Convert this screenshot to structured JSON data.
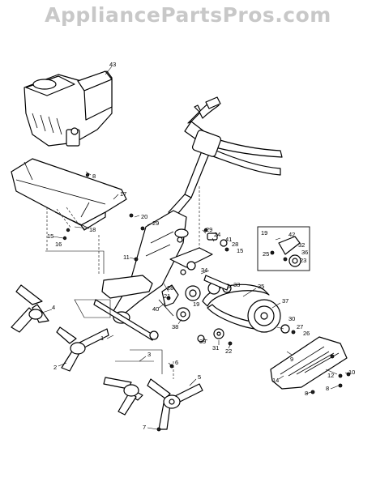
{
  "watermark": "AppliancePartsPros.com",
  "callouts": [
    "43",
    "8",
    "17",
    "20",
    "29",
    "18",
    "15",
    "16",
    "11",
    "24",
    "29",
    "41",
    "28",
    "15",
    "34",
    "33",
    "28",
    "21",
    "19",
    "40",
    "35",
    "37",
    "38",
    "30",
    "27",
    "26",
    "39",
    "31",
    "22",
    "4",
    "2",
    "3",
    "6",
    "5",
    "7",
    "1",
    "14",
    "12",
    "10",
    "9",
    "8",
    "8",
    "42",
    "32",
    "36",
    "23",
    "25",
    "19"
  ]
}
